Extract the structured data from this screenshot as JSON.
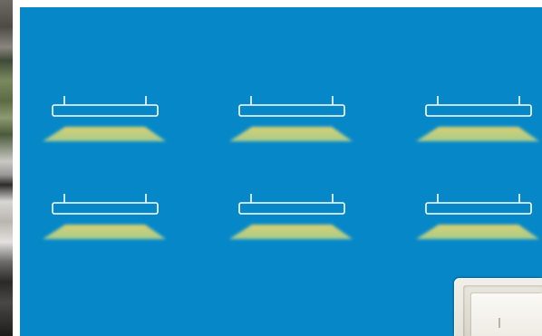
{
  "scene": {
    "panel_color": "#0688c8",
    "fixture_outline_color": "#ffffff",
    "light_top_color": "#d8d070",
    "light_bottom_color": "#a6cc8e",
    "fixtures": [
      {
        "row": 1,
        "col": 1,
        "state": "on"
      },
      {
        "row": 1,
        "col": 2,
        "state": "on"
      },
      {
        "row": 1,
        "col": 3,
        "state": "on"
      },
      {
        "row": 2,
        "col": 1,
        "state": "on"
      },
      {
        "row": 2,
        "col": 2,
        "state": "on"
      },
      {
        "row": 2,
        "col": 3,
        "state": "on"
      }
    ],
    "switch": {
      "icon": "light-switch-icon",
      "state": "on"
    }
  }
}
